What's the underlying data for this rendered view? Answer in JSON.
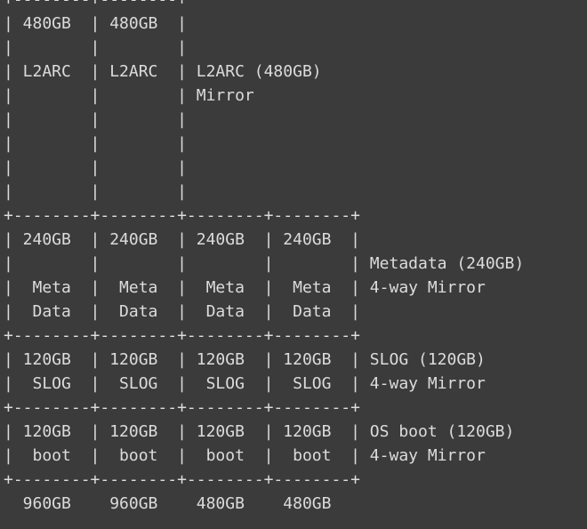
{
  "theme": {
    "background": "#3b3b3b",
    "foreground": "#dcdcdc"
  },
  "terminal": {
    "lines": [
      "+--------+--------+",
      "| 480GB  | 480GB  |",
      "|        |        |",
      "| L2ARC  | L2ARC  | L2ARC (480GB)",
      "|        |        | Mirror",
      "|        |        |",
      "|        |        |",
      "|        |        |",
      "|        |        |",
      "+--------+--------+--------+--------+",
      "| 240GB  | 240GB  | 240GB  | 240GB  |",
      "|        |        |        |        | Metadata (240GB)",
      "|  Meta  |  Meta  |  Meta  |  Meta  | 4-way Mirror",
      "|  Data  |  Data  |  Data  |  Data  |",
      "+--------+--------+--------+--------+",
      "| 120GB  | 120GB  | 120GB  | 120GB  | SLOG (120GB)",
      "|  SLOG  |  SLOG  |  SLOG  |  SLOG  | 4-way Mirror",
      "+--------+--------+--------+--------+",
      "| 120GB  | 120GB  | 120GB  | 120GB  | OS boot (120GB)",
      "|  boot  |  boot  |  boot  |  boot  | 4-way Mirror",
      "+--------+--------+--------+--------+",
      "  960GB    960GB    480GB    480GB"
    ]
  }
}
